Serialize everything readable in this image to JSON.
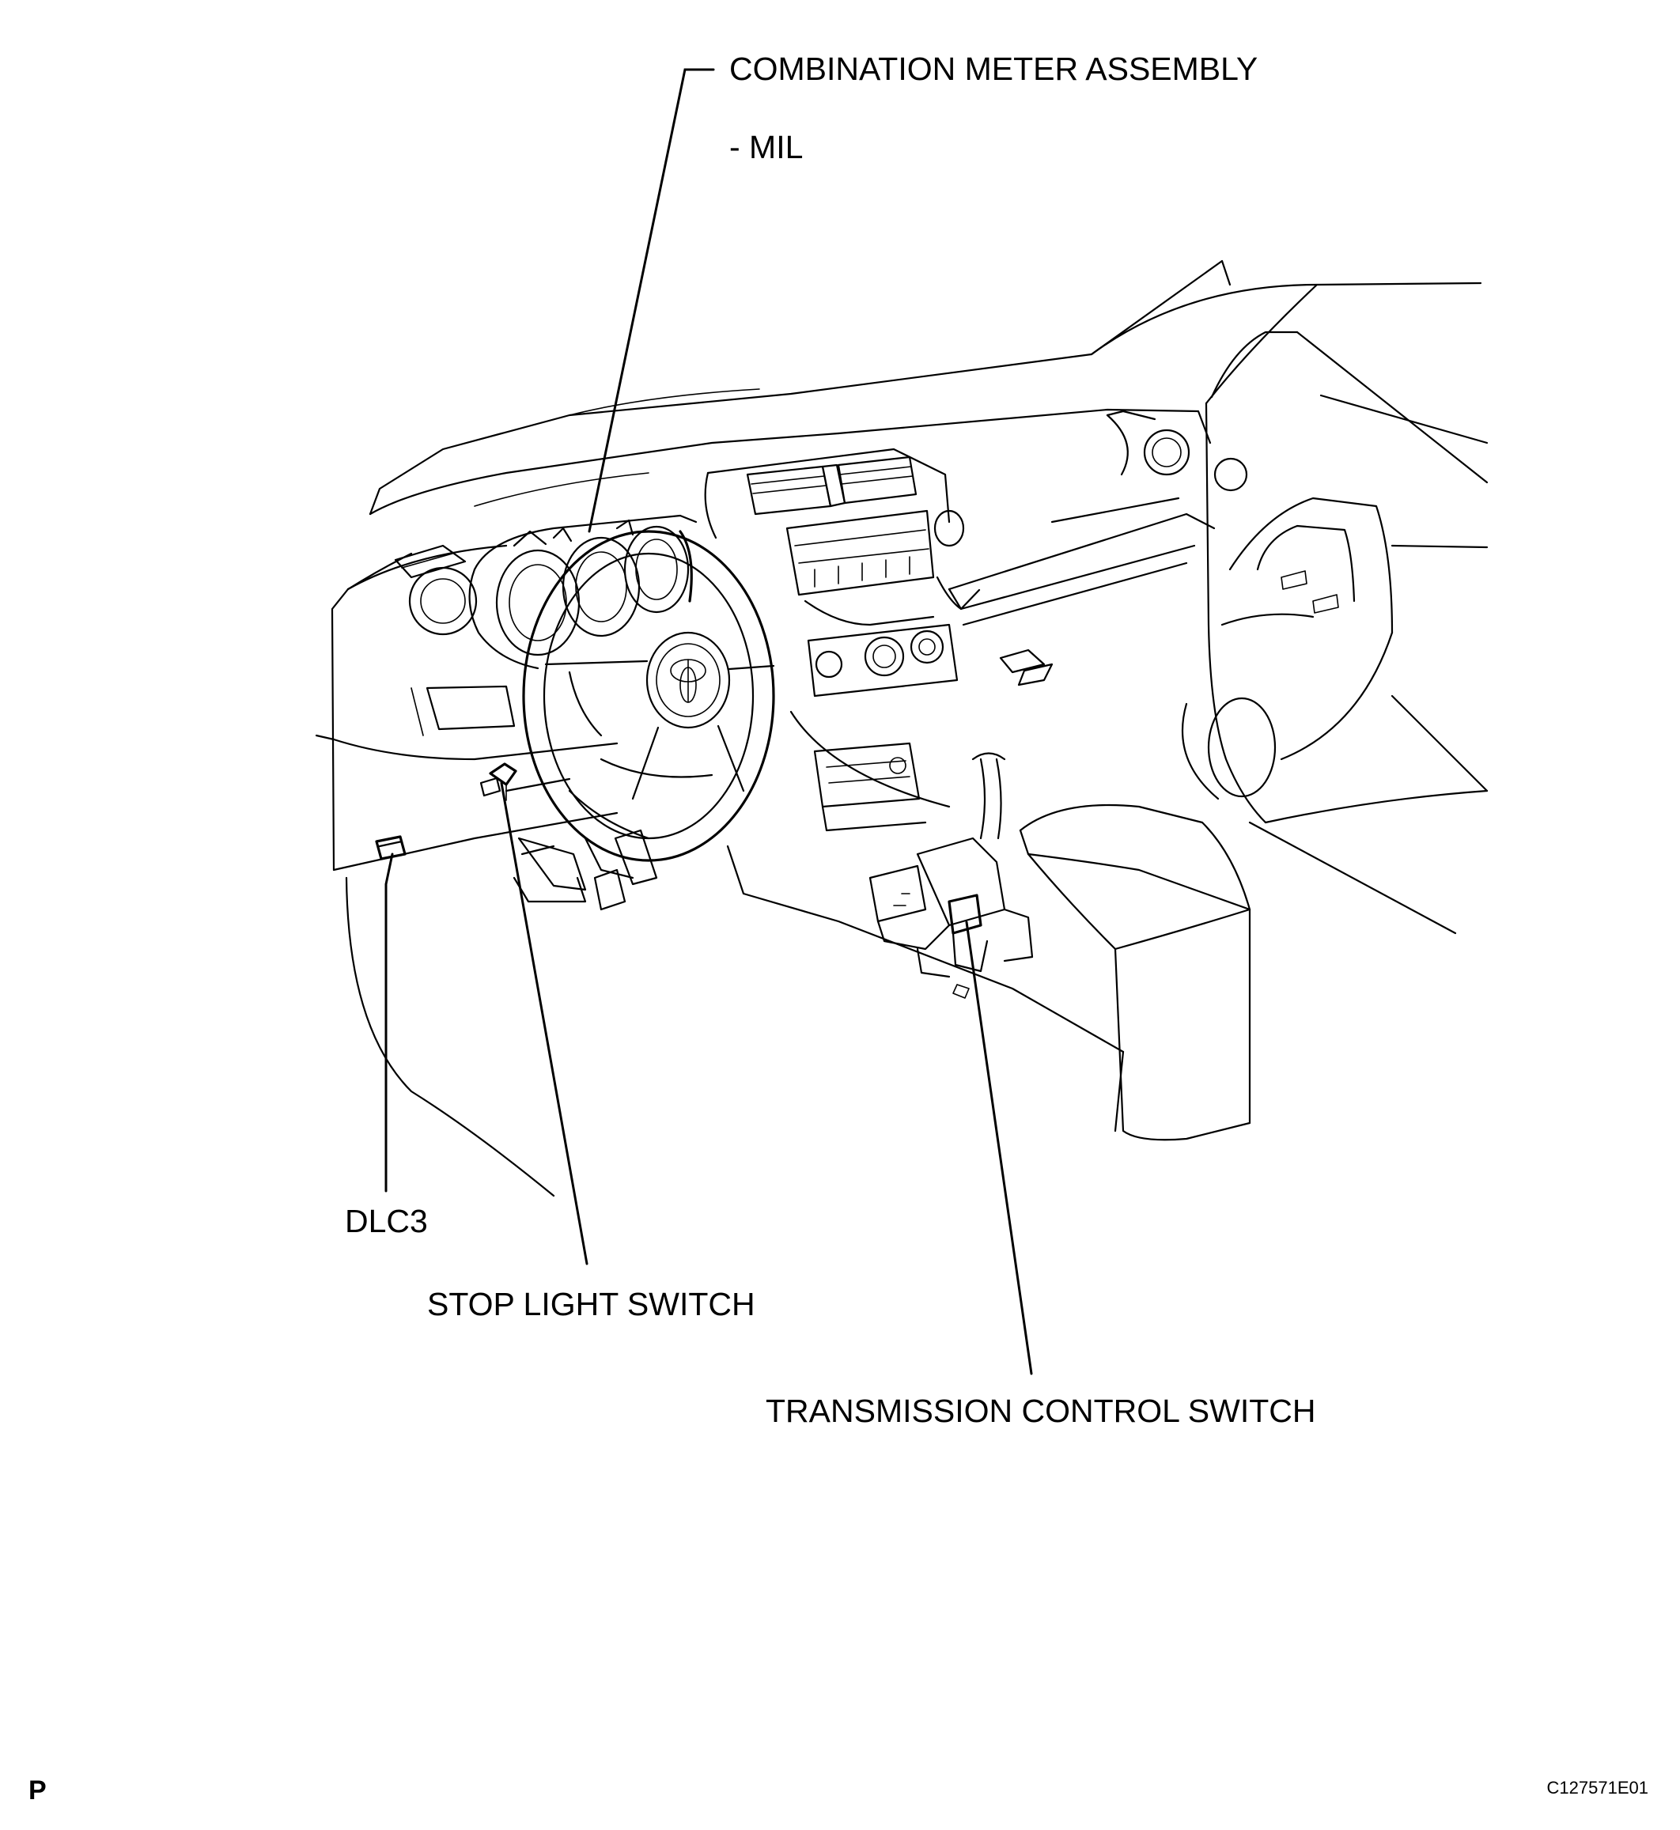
{
  "labels": {
    "combination_meter": "COMBINATION METER ASSEMBLY",
    "mil": "- MIL",
    "dlc3": "DLC3",
    "stop_light_switch": "STOP LIGHT SWITCH",
    "transmission_control_switch": "TRANSMISSION CONTROL SWITCH"
  },
  "footer": {
    "section_letter": "P",
    "figure_code": "C127571E01"
  },
  "colors": {
    "ink": "#000000",
    "background": "#ffffff"
  }
}
